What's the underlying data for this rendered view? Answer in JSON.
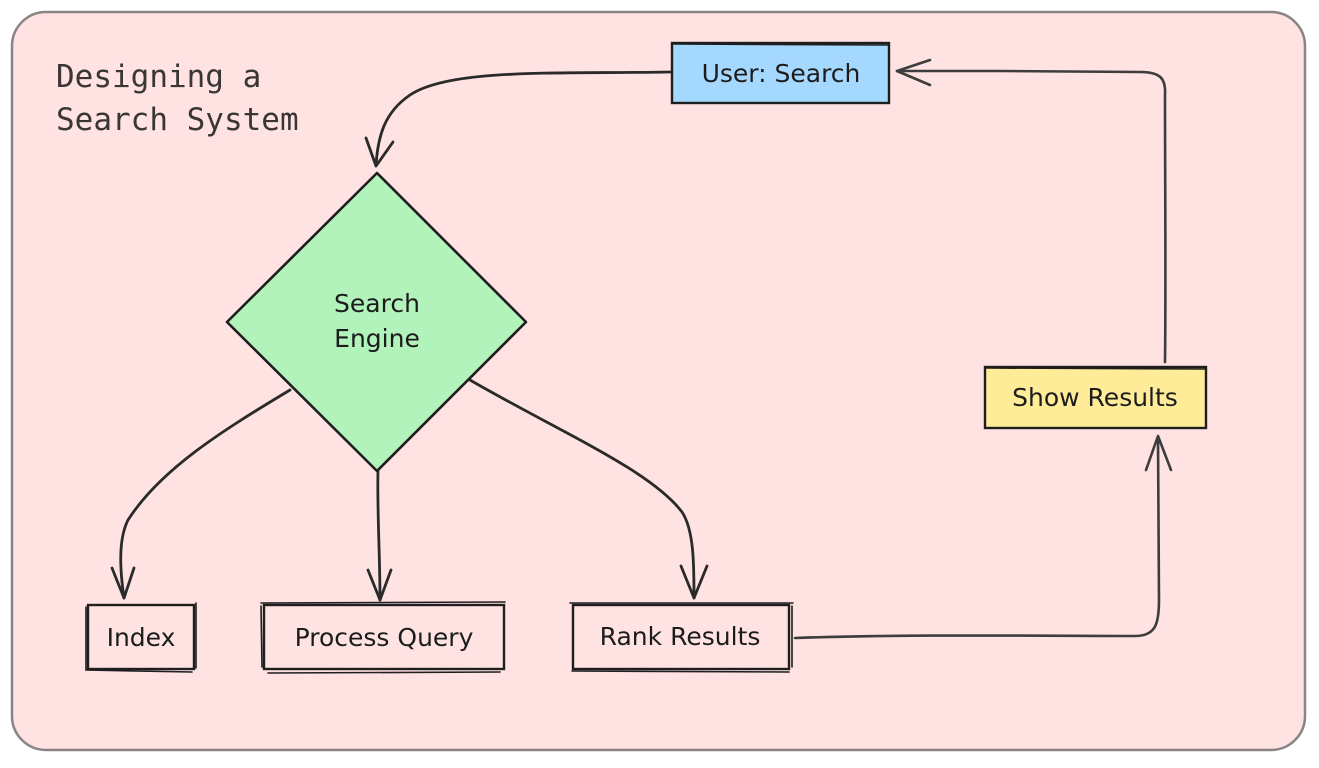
{
  "diagram": {
    "title_lines": [
      "Designing a",
      "Search System"
    ],
    "nodes": {
      "user_search": {
        "label": "User: Search",
        "fill": "#a5d8ff"
      },
      "search_engine": {
        "label_lines": [
          "Search",
          "Engine"
        ],
        "fill": "#b2f2bb"
      },
      "index": {
        "label": "Index"
      },
      "process_query": {
        "label": "Process Query"
      },
      "rank_results": {
        "label": "Rank Results"
      },
      "show_results": {
        "label": "Show Results",
        "fill": "#ffec99"
      }
    },
    "colors": {
      "background": "#ffe3e3",
      "frame_stroke": "#8a8484",
      "ink": "#1e1e1e"
    }
  }
}
